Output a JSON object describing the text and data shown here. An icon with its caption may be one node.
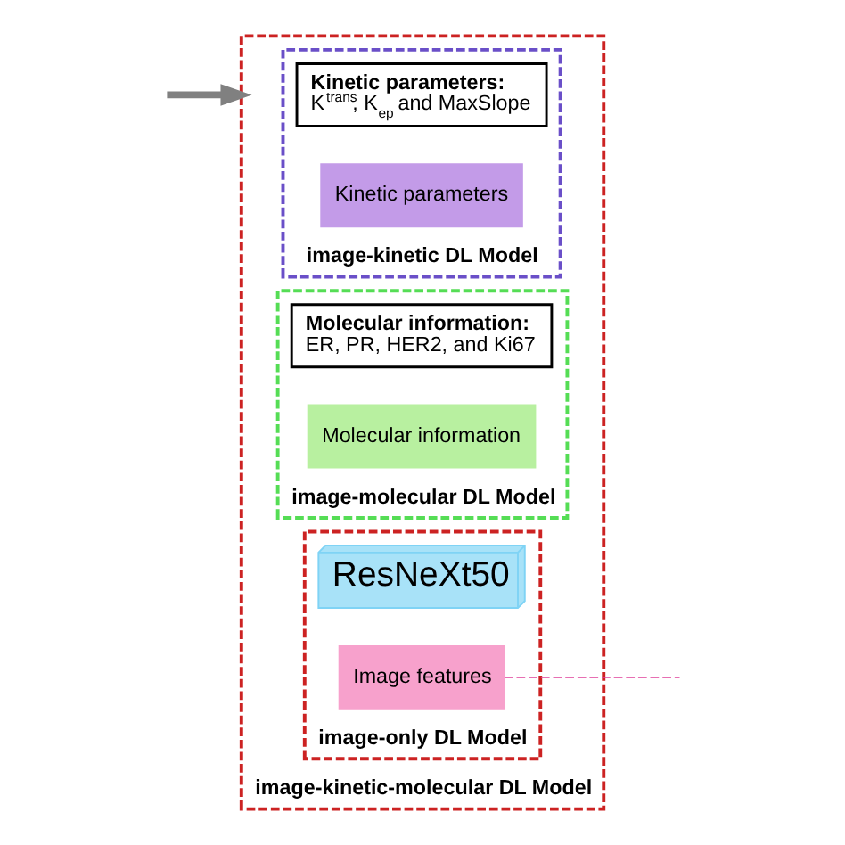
{
  "diagram": {
    "nodes": [
      {
        "text": [
          "image-kinetic-molecular DL Model"
        ]
      },
      {
        "text": [
          "image-kinetic DL Model"
        ],
        "in": 0
      },
      {
        "text": [
          "Kinetic parameters:",
          "K$^{trans}$, K$_{ep}$ and MaxSlope"
        ],
        "in": 1
      },
      {
        "text": [
          "Kinetic parameters"
        ],
        "in": 1
      },
      {
        "text": [
          "image-molecular DL Model"
        ],
        "in": 0
      },
      {
        "text": [
          "image-only DL Model"
        ],
        "in": 0
      },
      {
        "text": [
          "ResNeXt50"
        ],
        "in": 5
      },
      {
        "text": [
          "Image features"
        ],
        "in": 5
      },
      {
        "text": [
          "Molecular information:",
          "ER, PR, HER2, and Ki67"
        ],
        "in": 4
      },
      {
        "text": [
          "Molecular information"
        ],
        "in": 4
      }
    ],
    "edges": [
      {
        "from": null,
        "to": 0,
        "arrow": "to",
        "style": "thick",
        "color": "#808080"
      },
      {
        "from": 7,
        "to": null,
        "arrow": "none",
        "style": "dashed",
        "color": "#e0409a"
      }
    ]
  }
}
